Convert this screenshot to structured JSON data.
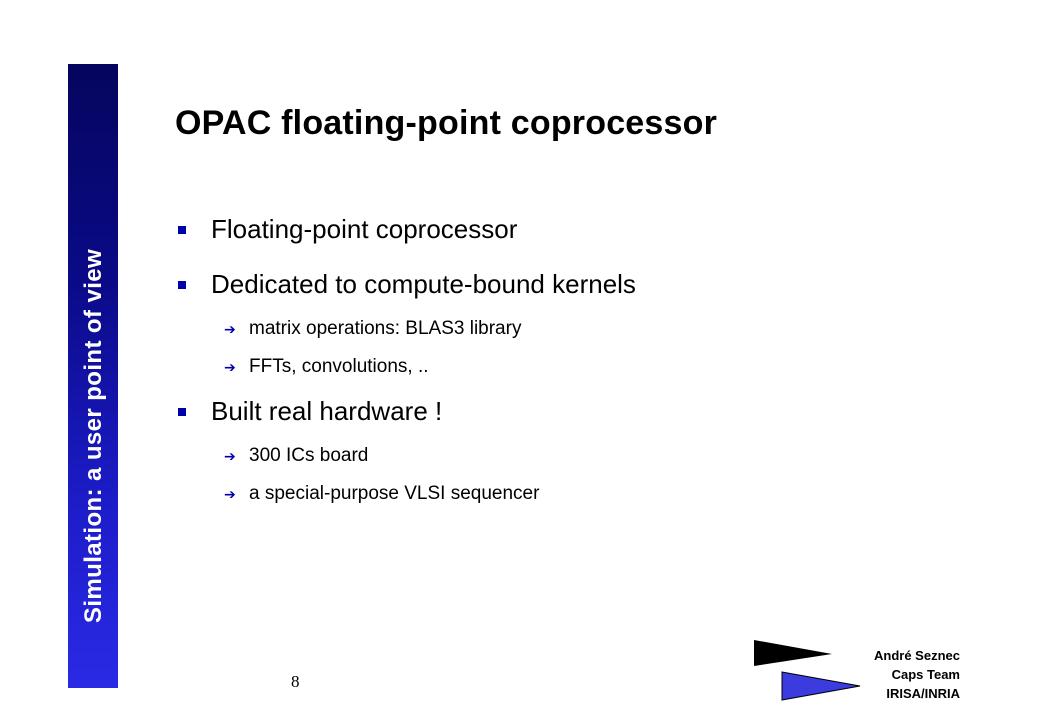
{
  "sidebar": {
    "text": "Simulation: a user point of view"
  },
  "slide": {
    "title": "OPAC floating-point coprocessor",
    "bullets": [
      {
        "text": "Floating-point coprocessor"
      },
      {
        "text": "Dedicated to compute-bound kernels"
      },
      {
        "text": "matrix operations: BLAS3 library"
      },
      {
        "text": "FFTs, convolutions, .."
      },
      {
        "text": "Built  real hardware !"
      },
      {
        "text": "300 ICs board"
      },
      {
        "text": "a special-purpose  VLSI sequencer"
      }
    ]
  },
  "footer": {
    "page_number": "8",
    "author": "André Seznec",
    "team": "Caps Team",
    "institution": "IRISA/INRIA"
  },
  "colors": {
    "sidebar_top": "#05055e",
    "sidebar_bottom": "#2a2ae6",
    "bullet": "#0000aa",
    "logo_flag": "#3b3be0"
  }
}
